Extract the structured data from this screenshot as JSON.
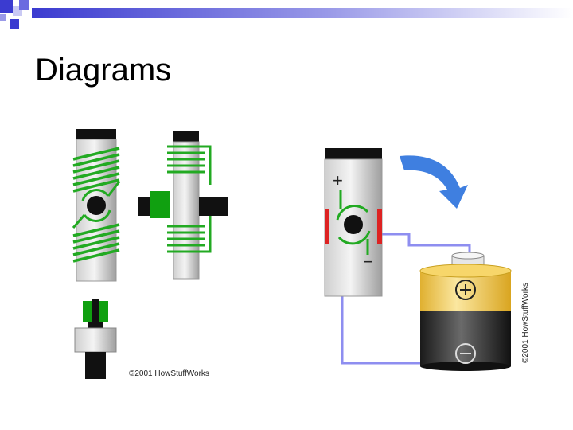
{
  "slide": {
    "title": "Diagrams"
  },
  "diagram": {
    "credit_bottom": "©2001 HowStuffWorks",
    "credit_side": "©2001 HowStuffWorks",
    "plus_sign": "+",
    "minus_sign": "−"
  },
  "colors": {
    "coil": "#22aa22",
    "wire": "#8e8ef0",
    "terminal": "#dd2222",
    "battery_top": "#f2c94c",
    "battery_bottom": "#2a2a2a",
    "arrow": "#3f7fe0"
  }
}
